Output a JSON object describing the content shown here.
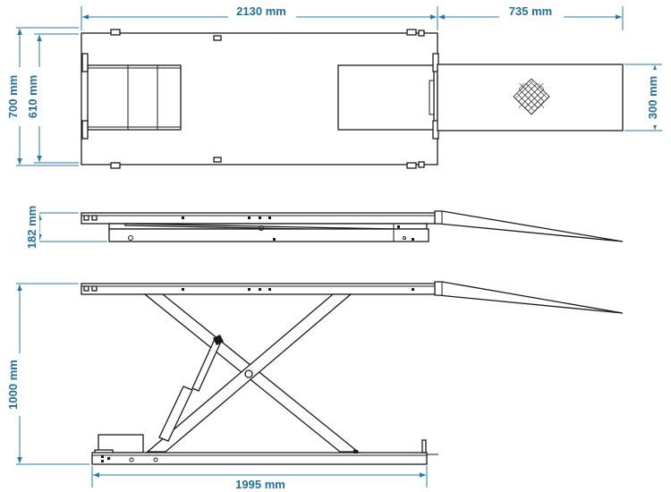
{
  "colors": {
    "dimension": "#1f6fa0",
    "outline": "#1a1a1a"
  },
  "dimensions": {
    "top_length": "2130 mm",
    "ramp_length": "735 mm",
    "outer_width": "700 mm",
    "inner_width": "610 mm",
    "ramp_width": "300 mm",
    "lowered_height": "182 mm",
    "raised_height": "1000 mm",
    "base_length": "1995 mm"
  }
}
